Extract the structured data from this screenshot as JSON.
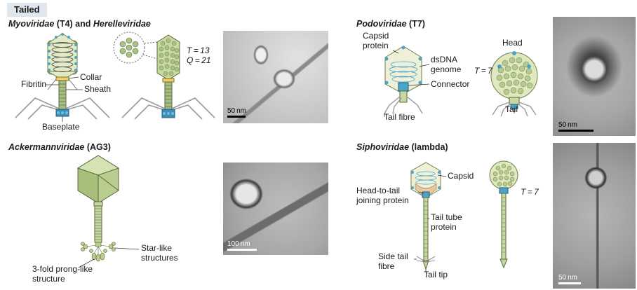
{
  "tag": "Tailed",
  "panels": {
    "myo": {
      "name": "Myoviridae",
      "strain": " (T4) and ",
      "name2": "Herelleviridae",
      "labels": {
        "collar": "Collar",
        "fibritin": "Fibritin",
        "sheath": "Sheath",
        "baseplate": "Baseplate",
        "t": "T = 13",
        "q": "Q = 21"
      },
      "scale": "50 nm"
    },
    "podo": {
      "name": "Podoviridae",
      "strain": " (T7)",
      "labels": {
        "capsid1": "Capsid",
        "capsid2": "protein",
        "dsdna1": "dsDNA",
        "dsdna2": "genome",
        "connector": "Connector",
        "tailfibre": "Tail fibre",
        "head": "Head",
        "tail": "Tail",
        "t": "T = 7"
      },
      "scale": "50 nm"
    },
    "acker": {
      "name": "Ackermannviridae",
      "strain": " (AG3)",
      "labels": {
        "star1": "Star-like",
        "star2": "structures",
        "prong1": "3-fold prong-like",
        "prong2": "structure"
      },
      "scale": "100 nm"
    },
    "sipho": {
      "name": "Siphoviridae",
      "strain": " (lambda)",
      "labels": {
        "capsid": "Capsid",
        "htt1": "Head-to-tail",
        "htt2": "joining protein",
        "tube1": "Tail tube",
        "tube2": "protein",
        "side1": "Side tail",
        "side2": "fibre",
        "tip": "Tail tip",
        "t": "T = 7"
      },
      "scale": "50 nm"
    }
  },
  "colors": {
    "capsid": "#dfe8bf",
    "capsid_dark": "#9fb877",
    "accent_blue": "#4aa3c8",
    "collar": "#f2cf6a",
    "tag_bg": "#dfe6ee"
  }
}
